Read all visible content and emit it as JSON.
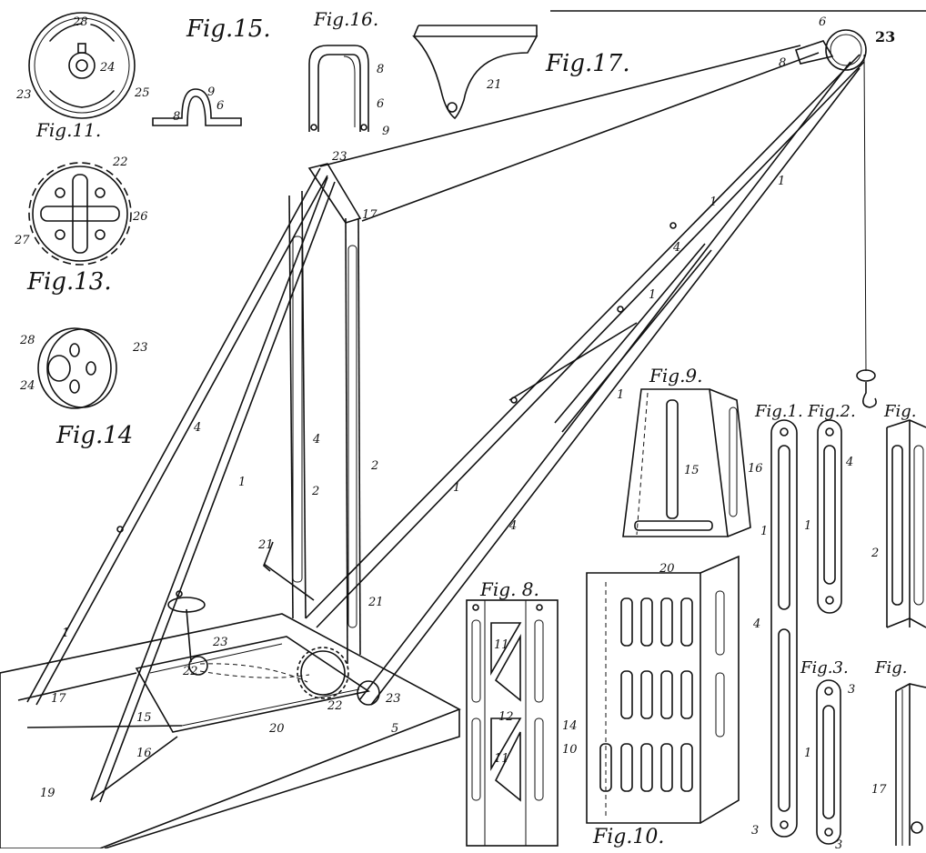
{
  "figures": {
    "fig1": "Fig.1.",
    "fig2": "Fig.2.",
    "fig3": "Fig.3.",
    "fig8": "Fig. 8.",
    "fig9": "Fig.9.",
    "fig10": "Fig.10.",
    "fig11": "Fig.11.",
    "fig13": "Fig.13.",
    "fig14": "Fig.14",
    "fig15": "Fig.15.",
    "fig16": "Fig.16.",
    "fig17": "Fig.17.",
    "figPartialA": "Fig.",
    "figPartialB": "Fig."
  },
  "refs": {
    "r1": "1",
    "r2": "2",
    "r3": "3",
    "r4": "4",
    "r5": "5",
    "r6": "6",
    "r8": "8",
    "r9": "9",
    "r10": "10",
    "r11": "11",
    "r12": "12",
    "r14": "14",
    "r15": "15",
    "r16": "16",
    "r17": "17",
    "r19": "19",
    "r20": "20",
    "r21": "21",
    "r22": "22",
    "r23": "23",
    "r24": "24",
    "r25": "25",
    "r26": "26",
    "r27": "27",
    "r28": "28"
  }
}
